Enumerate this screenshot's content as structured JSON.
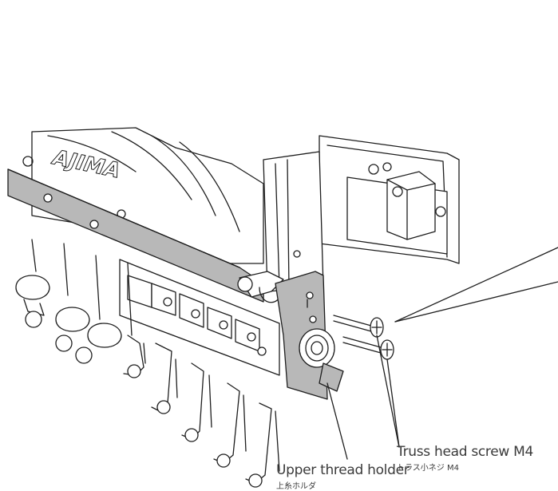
{
  "callouts": {
    "screw": {
      "en": "Truss head screw M4",
      "jp": "トラス小ネジ M4"
    },
    "holder": {
      "en": "Upper thread holder",
      "jp": "上糸ホルダ"
    }
  },
  "logo_text": "AJIMA",
  "colors": {
    "line": "#1e1e1e",
    "highlight_bracket": "#b8b8b8",
    "text": "#3a3a3a",
    "background": "#ffffff"
  }
}
